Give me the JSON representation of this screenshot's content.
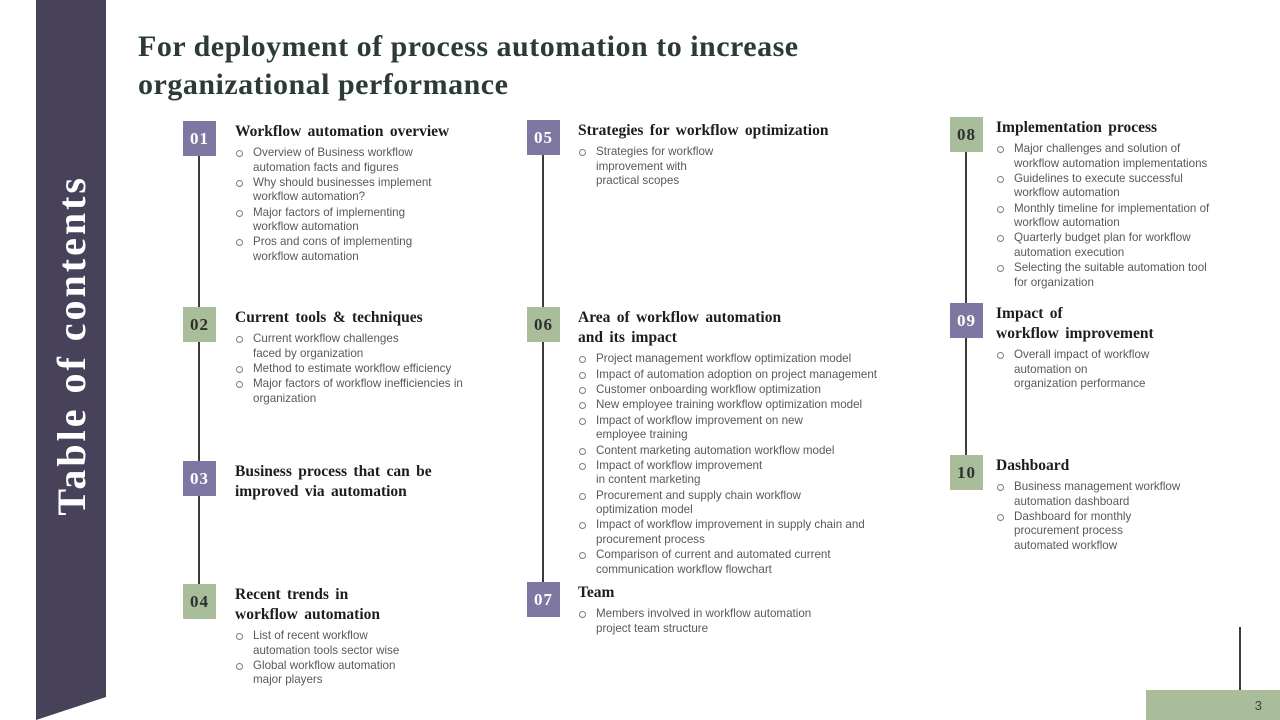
{
  "slide": {
    "title": "For deployment of process automation to increase\norganizational performance",
    "page_number": "3"
  },
  "sidebar": {
    "label": "Table of contents"
  },
  "colors": {
    "ribbon": "#47415a",
    "purple": "#7f77a2",
    "green": "#a9bd9a",
    "title_text": "#2c3a38",
    "heading_text": "#1d1d1d",
    "body_text": "#595959",
    "line": "#3b3b3b",
    "page_number_text": "#3f3f3f"
  },
  "sections": [
    {
      "number": "01",
      "badge": "purple",
      "title": "Workflow automation overview",
      "items": [
        "Overview of Business workflow\nautomation facts and figures",
        "Why should businesses implement\nworkflow automation?",
        "Major factors of implementing\nworkflow automation",
        "Pros and cons of implementing\nworkflow automation"
      ]
    },
    {
      "number": "02",
      "badge": "green",
      "title": "Current tools & techniques",
      "items": [
        "Current workflow challenges\nfaced by organization",
        "Method to estimate workflow efficiency",
        "Major factors of workflow inefficiencies in\norganization"
      ]
    },
    {
      "number": "03",
      "badge": "purple",
      "title": "Business process that can be\nimproved via automation",
      "items": []
    },
    {
      "number": "04",
      "badge": "green",
      "title": "Recent trends in\nworkflow automation",
      "items": [
        "List of recent workflow\nautomation tools sector wise",
        "Global workflow automation\nmajor players"
      ]
    },
    {
      "number": "05",
      "badge": "purple",
      "title": "Strategies for workflow optimization",
      "items": [
        "Strategies for workflow\nimprovement with\npractical scopes"
      ]
    },
    {
      "number": "06",
      "badge": "green",
      "title": "Area of workflow automation\nand its impact",
      "items": [
        "Project management workflow optimization model",
        "Impact of automation adoption on project management",
        "Customer onboarding workflow optimization",
        "New employee training workflow optimization model",
        "Impact of workflow improvement on new\nemployee training",
        "Content marketing automation workflow model",
        "Impact of workflow improvement\nin content marketing",
        "Procurement and supply chain workflow\noptimization model",
        "Impact of workflow improvement in supply chain and\nprocurement process",
        "Comparison of current and automated current\ncommunication workflow flowchart"
      ]
    },
    {
      "number": "07",
      "badge": "purple",
      "title": "Team",
      "items": [
        "Members involved in workflow automation\nproject team structure"
      ]
    },
    {
      "number": "08",
      "badge": "green",
      "title": "Implementation process",
      "items": [
        "Major challenges and solution of\nworkflow automation implementations",
        "Guidelines to execute successful\nworkflow automation",
        "Monthly timeline for implementation of\nworkflow automation",
        "Quarterly budget plan for workflow\nautomation execution",
        "Selecting the suitable automation tool\nfor organization"
      ]
    },
    {
      "number": "09",
      "badge": "purple",
      "title": "Impact of\nworkflow improvement",
      "items": [
        "Overall impact of workflow\nautomation on\norganization performance"
      ]
    },
    {
      "number": "10",
      "badge": "green",
      "title": "Dashboard",
      "items": [
        "Business management workflow\nautomation dashboard",
        "Dashboard for monthly\nprocurement process\nautomated workflow"
      ]
    }
  ]
}
